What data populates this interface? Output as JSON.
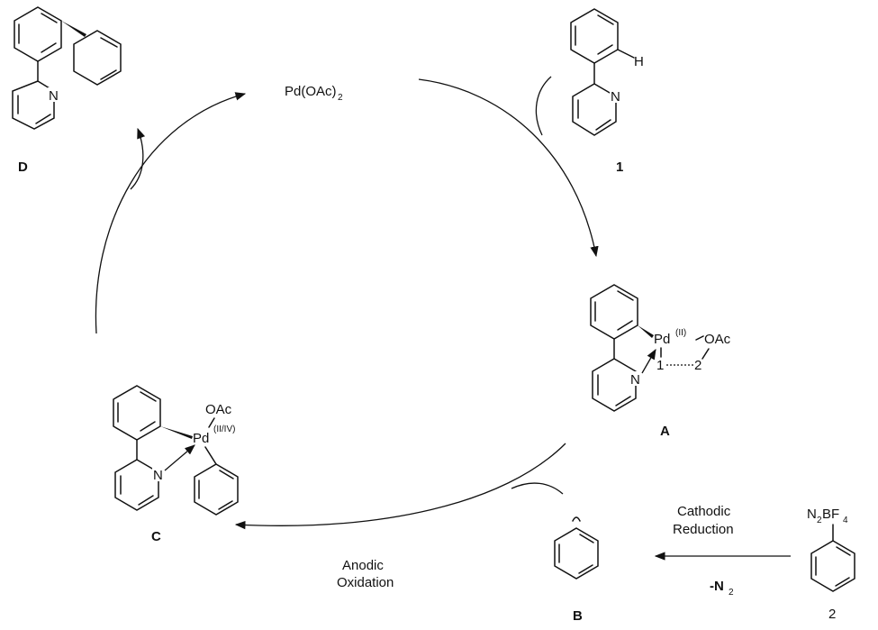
{
  "catalyst": {
    "label": "Pd(OAc)",
    "sub": "2"
  },
  "compounds": {
    "d_label": "D",
    "one_label": "1",
    "one_h": "H",
    "a_label": "A",
    "a_pd": "Pd",
    "a_pd_ox": "(II)",
    "a_oac": "OAc",
    "a_n": "N",
    "a_num1": "1",
    "a_num2": "2",
    "c_label": "C",
    "c_pd": "Pd",
    "c_pd_ox": "(II/IV)",
    "c_oac": "OAc",
    "c_n": "N",
    "d_n": "N",
    "one_n": "N",
    "b_label": "B",
    "two_label": "2",
    "two_group": "N",
    "two_group_sub": "2",
    "two_group_b": "BF",
    "two_group_sub2": "4"
  },
  "steps": {
    "cathodic_line1": "Cathodic",
    "cathodic_line2": "Reduction",
    "minus_n2": "-N",
    "minus_n2_sub": "2",
    "anodic_line1": "Anodic",
    "anodic_line2": "Oxidation"
  }
}
